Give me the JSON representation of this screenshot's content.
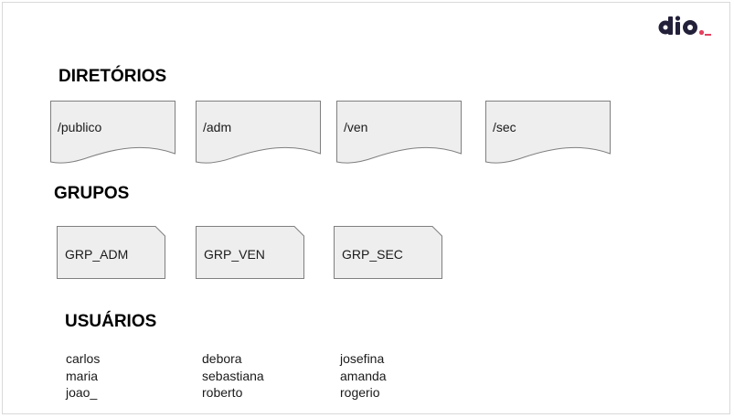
{
  "sections": {
    "directories_title": "DIRETÓRIOS",
    "groups_title": "GRUPOS",
    "users_title": "USUÁRIOS"
  },
  "directories": [
    "/publico",
    "/adm",
    "/ven",
    "/sec"
  ],
  "groups": [
    "GRP_ADM",
    "GRP_VEN",
    "GRP_SEC"
  ],
  "users": [
    [
      "carlos",
      "maria",
      "joao_"
    ],
    [
      "debora",
      "sebastiana",
      "roberto"
    ],
    [
      "josefina",
      "amanda",
      "rogerio"
    ]
  ],
  "logo": {
    "text": "dio",
    "accent_color": "#e4405f",
    "brand_color": "#23203a"
  },
  "colors": {
    "shape_fill": "#eeeeee",
    "shape_stroke": "#7f7f7f"
  }
}
